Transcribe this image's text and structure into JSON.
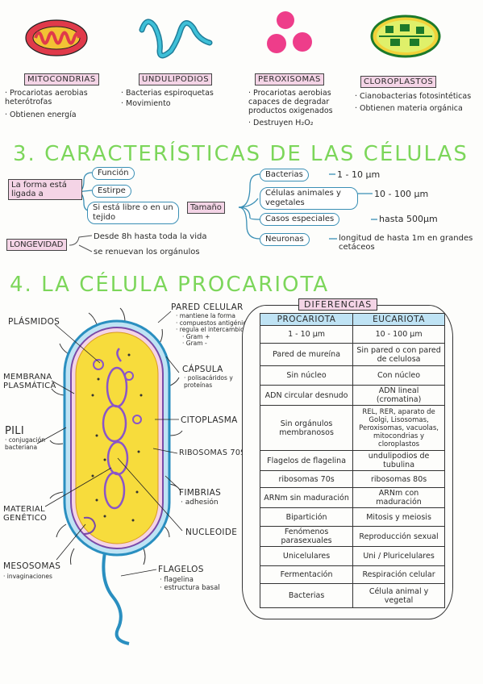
{
  "organelles": [
    {
      "title": "MITOCONDRIAS",
      "notes": [
        "· Procariotas aerobias heterótrofas",
        "· Obtienen energía"
      ]
    },
    {
      "title": "UNDULIPODIOS",
      "notes": [
        "· Bacterias espiroquetas",
        "· Movimiento"
      ]
    },
    {
      "title": "PEROXISOMAS",
      "notes": [
        "· Procariotas aerobias capaces de degradar productos oxigenados",
        "· Destruyen H₂O₂"
      ]
    },
    {
      "title": "CLOROPLASTOS",
      "notes": [
        "· Cianobacterias fotosintéticas",
        "· Obtienen materia orgánica"
      ]
    }
  ],
  "section3": {
    "title": "3. Características de las células",
    "forma": "La forma está ligada a",
    "forma_items": [
      "Función",
      "Estirpe",
      "Si está libre o en un tejido"
    ],
    "tamano": "Tamaño",
    "tamano_items": [
      {
        "label": "Bacterias",
        "value": "1 - 10 µm"
      },
      {
        "label": "Células animales y vegetales",
        "value": "10 - 100 µm"
      },
      {
        "label": "Casos especiales",
        "value": "hasta 500µm"
      },
      {
        "label": "Neuronas",
        "value": "longitud de hasta 1m en grandes cetáceos"
      }
    ],
    "longevidad": "LONGEVIDAD",
    "longevidad_text": [
      "Desde 8h hasta toda la vida",
      "se renuevan los orgánulos"
    ]
  },
  "section4": {
    "title": "4. La célula procariota",
    "labels": {
      "plasmidos": "PLÁSMIDOS",
      "membrana": "MEMBRANA PLASMÁTICA",
      "pili": "PILI",
      "pili_sub": "· conjugación bacteriana",
      "material": "MATERIAL GENÉTICO",
      "mesosomas": "MESOSOMAS",
      "mesosomas_sub": "· invaginaciones",
      "pared": "PARED CELULAR",
      "pared_sub": [
        "· mantiene la forma",
        "· compuestos antigénicos",
        "· regula el intercambio",
        "· Gram +",
        "· Gram -"
      ],
      "capsula": "CÁPSULA",
      "capsula_sub": [
        "· polisacáridos y",
        "proteínas"
      ],
      "citoplasma": "CITOPLASMA",
      "ribosomas": "RIBOSOMAS 70S",
      "fimbrias": "FIMBRIAS",
      "fimbrias_sub": "· adhesión",
      "nucleoide": "NUCLEOIDE",
      "flagelos": "FLAGELOS",
      "flagelos_sub": [
        "· flagelina",
        "· estructura basal"
      ]
    },
    "diferencias_title": "DIFERENCIAS",
    "table_header": [
      "PROCARIOTA",
      "EUCARIOTA"
    ],
    "table_rows": [
      [
        "1 - 10 µm",
        "10 - 100 µm"
      ],
      [
        "Pared de mureína",
        "Sin pared o con pared de celulosa"
      ],
      [
        "Sin núcleo",
        "Con núcleo"
      ],
      [
        "ADN circular desnudo",
        "ADN lineal (cromatina)"
      ],
      [
        "Sin orgánulos membranosos",
        "REL, RER, aparato de Golgi, Lisosomas, Peroxisomas, vacuolas, mitocondrias y cloroplastos"
      ],
      [
        "Flagelos de flagelina",
        "undulipodios de tubulina"
      ],
      [
        "ribosomas 70s",
        "ribosomas 80s"
      ],
      [
        "ARNm sin maduración",
        "ARNm con maduración"
      ],
      [
        "Bipartición",
        "Mitosis y meiosis"
      ],
      [
        "Fenómenos parasexuales",
        "Reproducción sexual"
      ],
      [
        "Unicelulares",
        "Uni / Pluricelulares"
      ],
      [
        "Fermentación",
        "Respiración celular"
      ],
      [
        "Bacterias",
        "Célula animal y vegetal"
      ]
    ]
  },
  "colors": {
    "heading": "#7cd65a",
    "pill_border": "#3a8fb5",
    "label_bg": "#f4d4e6",
    "cell_yellow": "#f7dc3c",
    "membrane_blue": "#2a8fc0",
    "dna_purple": "#8a55c8"
  }
}
